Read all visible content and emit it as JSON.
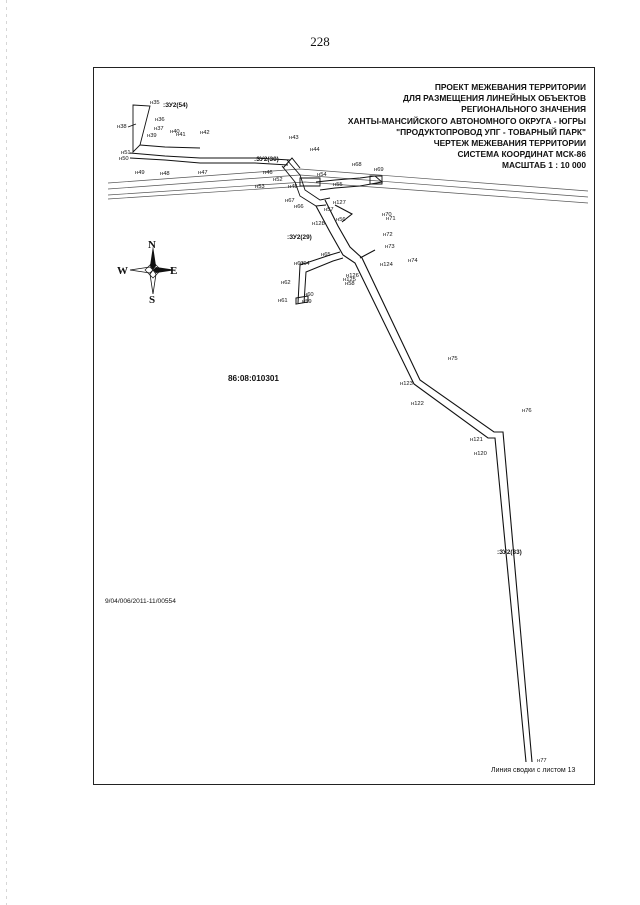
{
  "page": {
    "number": "228"
  },
  "title_block": {
    "lines": [
      "ПРОЕКТ МЕЖЕВАНИЯ ТЕРРИТОРИИ",
      "ДЛЯ РАЗМЕЩЕНИЯ ЛИНЕЙНЫХ ОБЪЕКТОВ",
      "РЕГИОНАЛЬНОГО ЗНАЧЕНИЯ",
      "ХАНТЫ-МАНСИЙСКОГО АВТОНОМНОГО ОКРУГА - ЮГРЫ",
      "\"ПРОДУКТОПРОВОД УПГ - ТОВАРНЫЙ ПАРК\"",
      "ЧЕРТЕЖ МЕЖЕВАНИЯ ТЕРРИТОРИИ",
      "СИСТЕМА КООРДИНАТ МСК-86",
      "МАСШТАБ 1 : 10 000"
    ]
  },
  "compass": {
    "n": "N",
    "s": "S",
    "w": "W",
    "e": "E"
  },
  "map": {
    "cadastral_quarter": "86:08:010301",
    "registration_note": "9/04/006/2011-11/00554",
    "join_line_label": "Линия сводки с листом 13",
    "parcel_labels": {
      "zu54": ":ЗУ2(54)",
      "zu30": ":ЗУ2(30)",
      "zu29": ":ЗУ2(29)",
      "zu33": ":ЗУ2(33)"
    },
    "points": {
      "n35": "н35",
      "n36": "н36",
      "n37": "н37",
      "n38": "н38",
      "n39": "н39",
      "n40": "н40",
      "n41": "н41",
      "n42": "н42",
      "n43": "н43",
      "n44": "н44",
      "n45": "н45",
      "n46": "н46",
      "n47": "н47",
      "n48": "н48",
      "n49": "н49",
      "n50": "н50",
      "n51": "н51",
      "n52": "н52",
      "n53": "н53",
      "n54": "н54",
      "n55": "н55",
      "n56": "н56",
      "n57": "н57",
      "n58": "н58",
      "n59": "н59",
      "n60": "н60",
      "n61": "н61",
      "n62": "н62",
      "n63": "н63",
      "n64": "н64",
      "n65": "н65",
      "n66": "н66",
      "n67": "н67",
      "n68": "н68",
      "n69": "н69",
      "n70": "н70",
      "n71": "н71",
      "n72": "н72",
      "n73": "н73",
      "n74": "н74",
      "n75": "н75",
      "n76": "н76",
      "n77": "н77",
      "n120": "н120",
      "n121": "н121",
      "n122": "н122",
      "n123": "н123",
      "n124": "н124",
      "n125": "н125",
      "n126": "н126",
      "n127": "н127",
      "n128": "н128"
    }
  }
}
